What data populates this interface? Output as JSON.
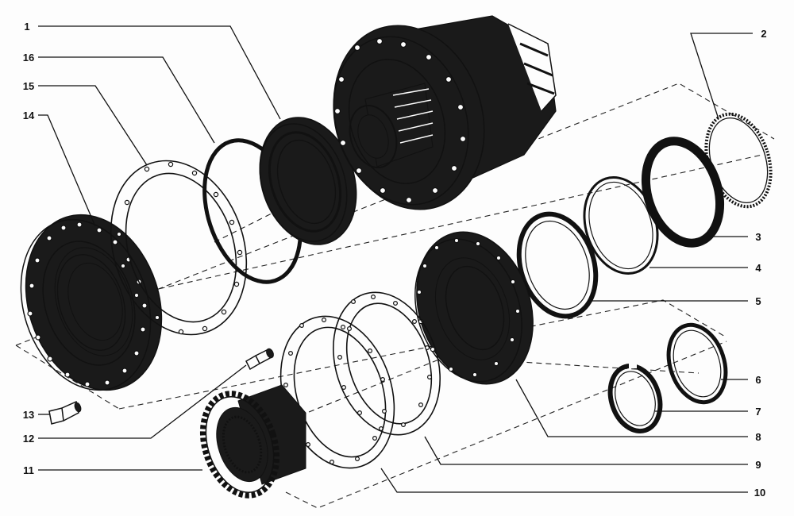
{
  "callouts": [
    {
      "id": "c1",
      "text": "1"
    },
    {
      "id": "c2",
      "text": "2"
    },
    {
      "id": "c3",
      "text": "3"
    },
    {
      "id": "c4",
      "text": "4"
    },
    {
      "id": "c5",
      "text": "5"
    },
    {
      "id": "c6",
      "text": "6"
    },
    {
      "id": "c7",
      "text": "7"
    },
    {
      "id": "c8",
      "text": "8"
    },
    {
      "id": "c9",
      "text": "9"
    },
    {
      "id": "c10",
      "text": "10"
    },
    {
      "id": "c11",
      "text": "11"
    },
    {
      "id": "c12",
      "text": "12"
    },
    {
      "id": "c13",
      "text": "13"
    },
    {
      "id": "c14",
      "text": "14"
    },
    {
      "id": "c15",
      "text": "15"
    },
    {
      "id": "c16",
      "text": "16"
    }
  ],
  "colors": {
    "ink": "#111111",
    "paper": "#fdfdfd"
  }
}
